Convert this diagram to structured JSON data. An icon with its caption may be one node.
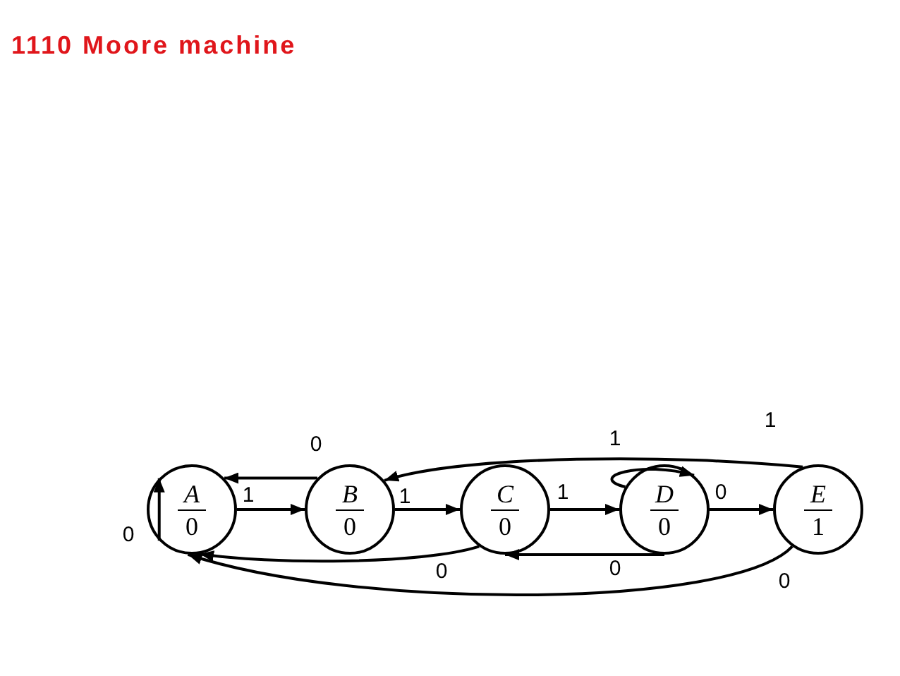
{
  "diagram": {
    "title": "1110 Moore machine",
    "nodes": [
      {
        "text": [
          "A",
          "0"
        ]
      },
      {
        "text": [
          "B",
          "0"
        ]
      },
      {
        "text": [
          "C",
          "0"
        ]
      },
      {
        "text": [
          "D",
          "0"
        ]
      },
      {
        "text": [
          "E",
          "1"
        ]
      }
    ],
    "edges": [
      {
        "from": 0,
        "to": 1,
        "arrow": "to",
        "label": "1"
      },
      {
        "from": 1,
        "to": 2,
        "arrow": "to",
        "label": "1"
      },
      {
        "from": 2,
        "to": 3,
        "arrow": "to",
        "label": "1"
      },
      {
        "from": 3,
        "to": 4,
        "arrow": "to",
        "label": "0"
      },
      {
        "from": 1,
        "to": 0,
        "arrow": "to",
        "label": "0"
      },
      {
        "from": 4,
        "to": 1,
        "arrow": "to",
        "label": "1"
      },
      {
        "from": 3,
        "to": 3,
        "arrow": "to",
        "label": "1"
      },
      {
        "from": 0,
        "to": 0,
        "arrow": "to",
        "label": "0"
      },
      {
        "from": 2,
        "to": 0,
        "arrow": "to",
        "label": "0"
      },
      {
        "from": 3,
        "to": 2,
        "arrow": "to",
        "label": "0"
      },
      {
        "from": 4,
        "to": 0,
        "arrow": "to",
        "label": "0"
      }
    ]
  }
}
